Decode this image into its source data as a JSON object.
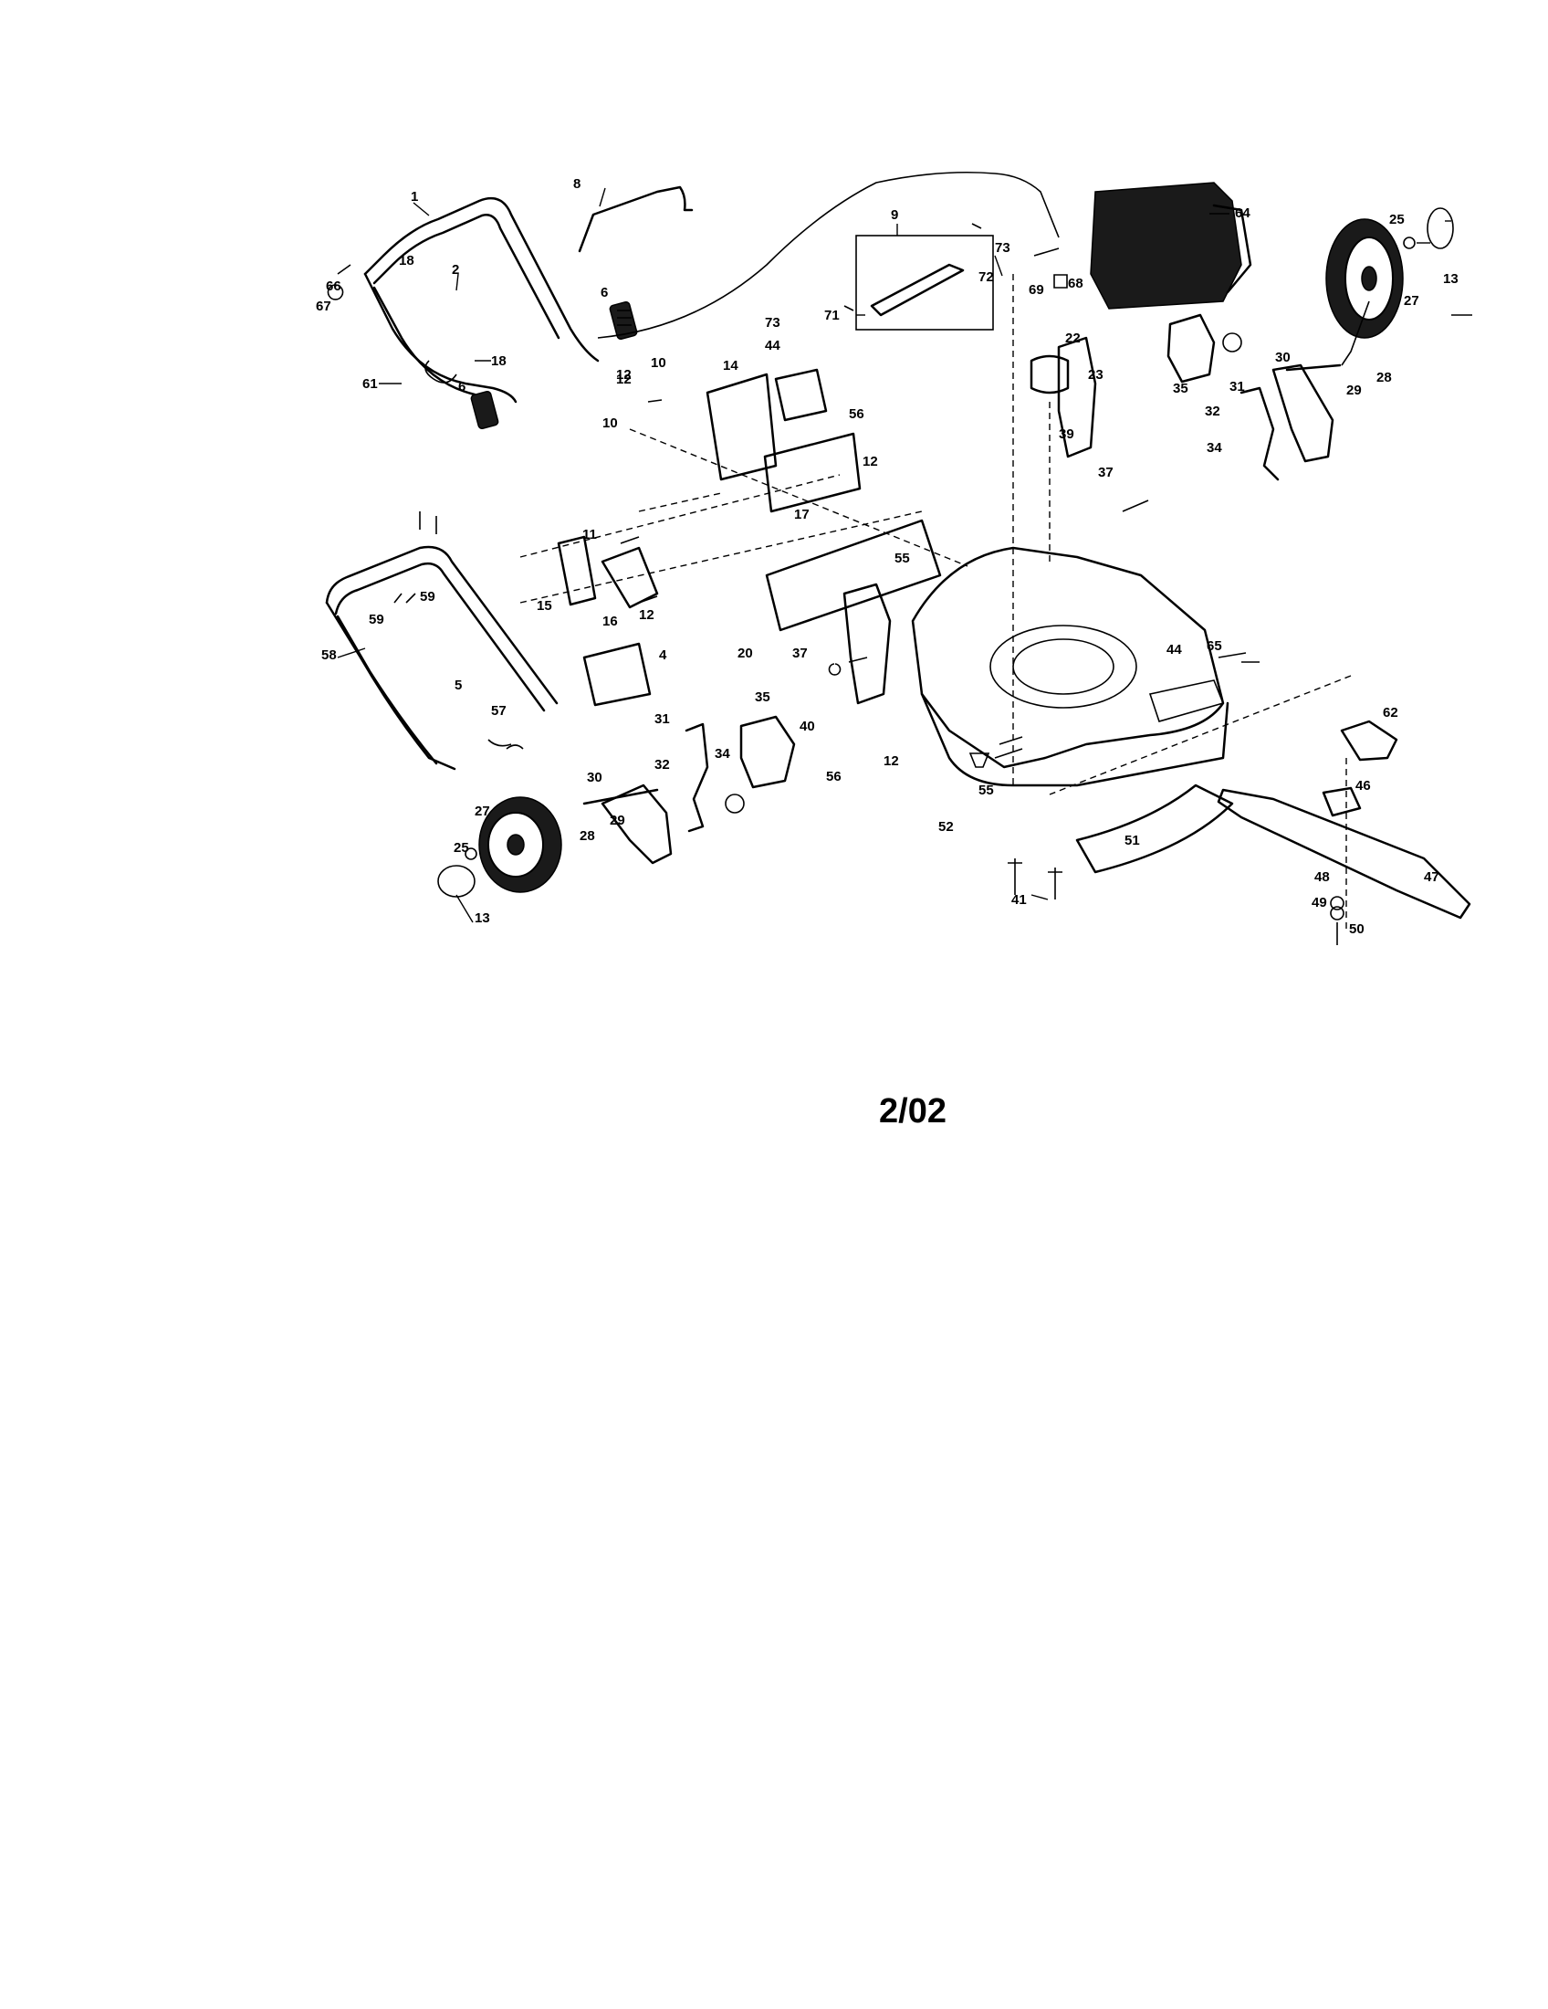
{
  "revision_date": "2/02",
  "parts": [
    "1",
    "2",
    "4",
    "5",
    "6",
    "6",
    "8",
    "9",
    "10",
    "10",
    "11",
    "12",
    "12",
    "12",
    "12",
    "12",
    "13",
    "13",
    "14",
    "15",
    "16",
    "17",
    "18",
    "18",
    "20",
    "22",
    "23",
    "25",
    "25",
    "27",
    "27",
    "28",
    "28",
    "29",
    "29",
    "30",
    "30",
    "31",
    "31",
    "32",
    "32",
    "34",
    "34",
    "35",
    "35",
    "37",
    "37",
    "39",
    "40",
    "41",
    "44",
    "44",
    "46",
    "47",
    "48",
    "49",
    "50",
    "51",
    "52",
    "55",
    "55",
    "56",
    "56",
    "57",
    "58",
    "59",
    "59",
    "61",
    "62",
    "64",
    "65",
    "66",
    "67",
    "68",
    "69",
    "71",
    "72",
    "73",
    "73"
  ]
}
